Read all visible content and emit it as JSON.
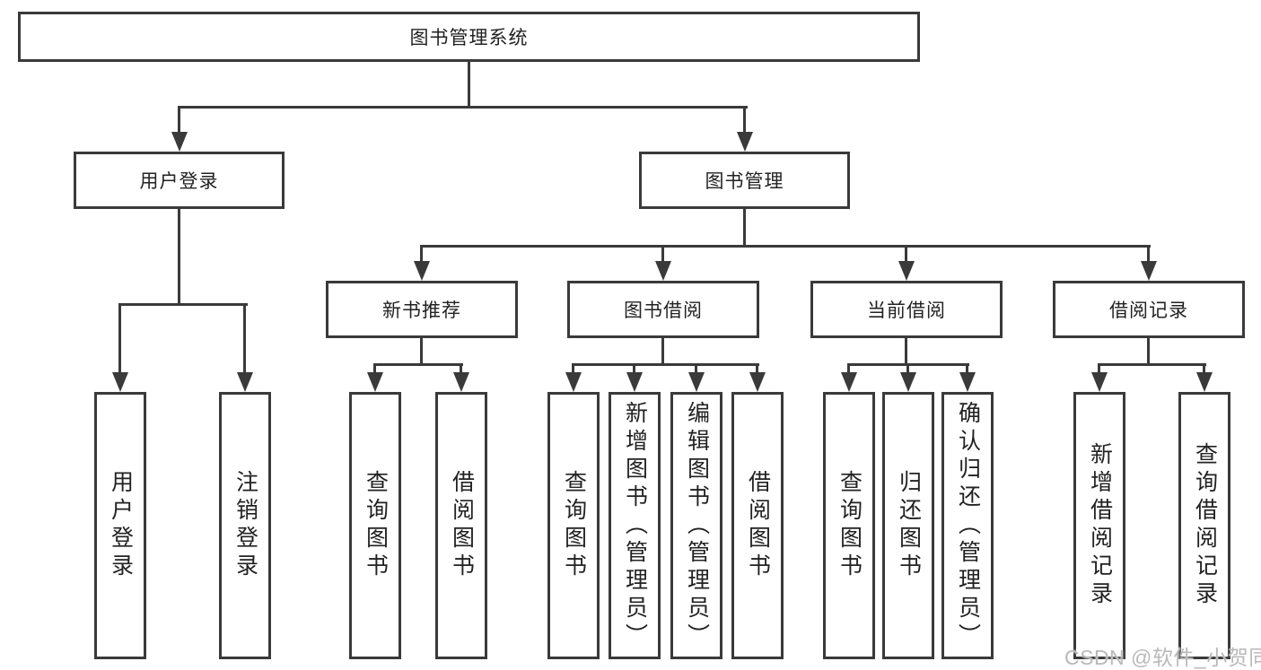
{
  "diagram": {
    "title": "图书管理系统",
    "watermark": "CSDN @软件_小贺同学",
    "colors": {
      "line": "#3a3a3a",
      "text": "#222222",
      "watermark": "#b9b9b9",
      "background": "#ffffff"
    },
    "root": {
      "label": "图书管理系统"
    },
    "branches": [
      {
        "label": "用户登录",
        "children": [
          {
            "label": "用户登录"
          },
          {
            "label": "注销登录"
          }
        ]
      },
      {
        "label": "图书管理",
        "children": [
          {
            "label": "新书推荐",
            "children": [
              {
                "label": "查询图书"
              },
              {
                "label": "借阅图书"
              }
            ]
          },
          {
            "label": "图书借阅",
            "children": [
              {
                "label": "查询图书"
              },
              {
                "label": "新增图书（管理员）"
              },
              {
                "label": "编辑图书（管理员）"
              },
              {
                "label": "借阅图书"
              }
            ]
          },
          {
            "label": "当前借阅",
            "children": [
              {
                "label": "查询图书"
              },
              {
                "label": "归还图书"
              },
              {
                "label": "确认归还（管理员）"
              }
            ]
          },
          {
            "label": "借阅记录",
            "children": [
              {
                "label": "新增借阅记录"
              },
              {
                "label": "查询借阅记录"
              }
            ]
          }
        ]
      }
    ]
  }
}
